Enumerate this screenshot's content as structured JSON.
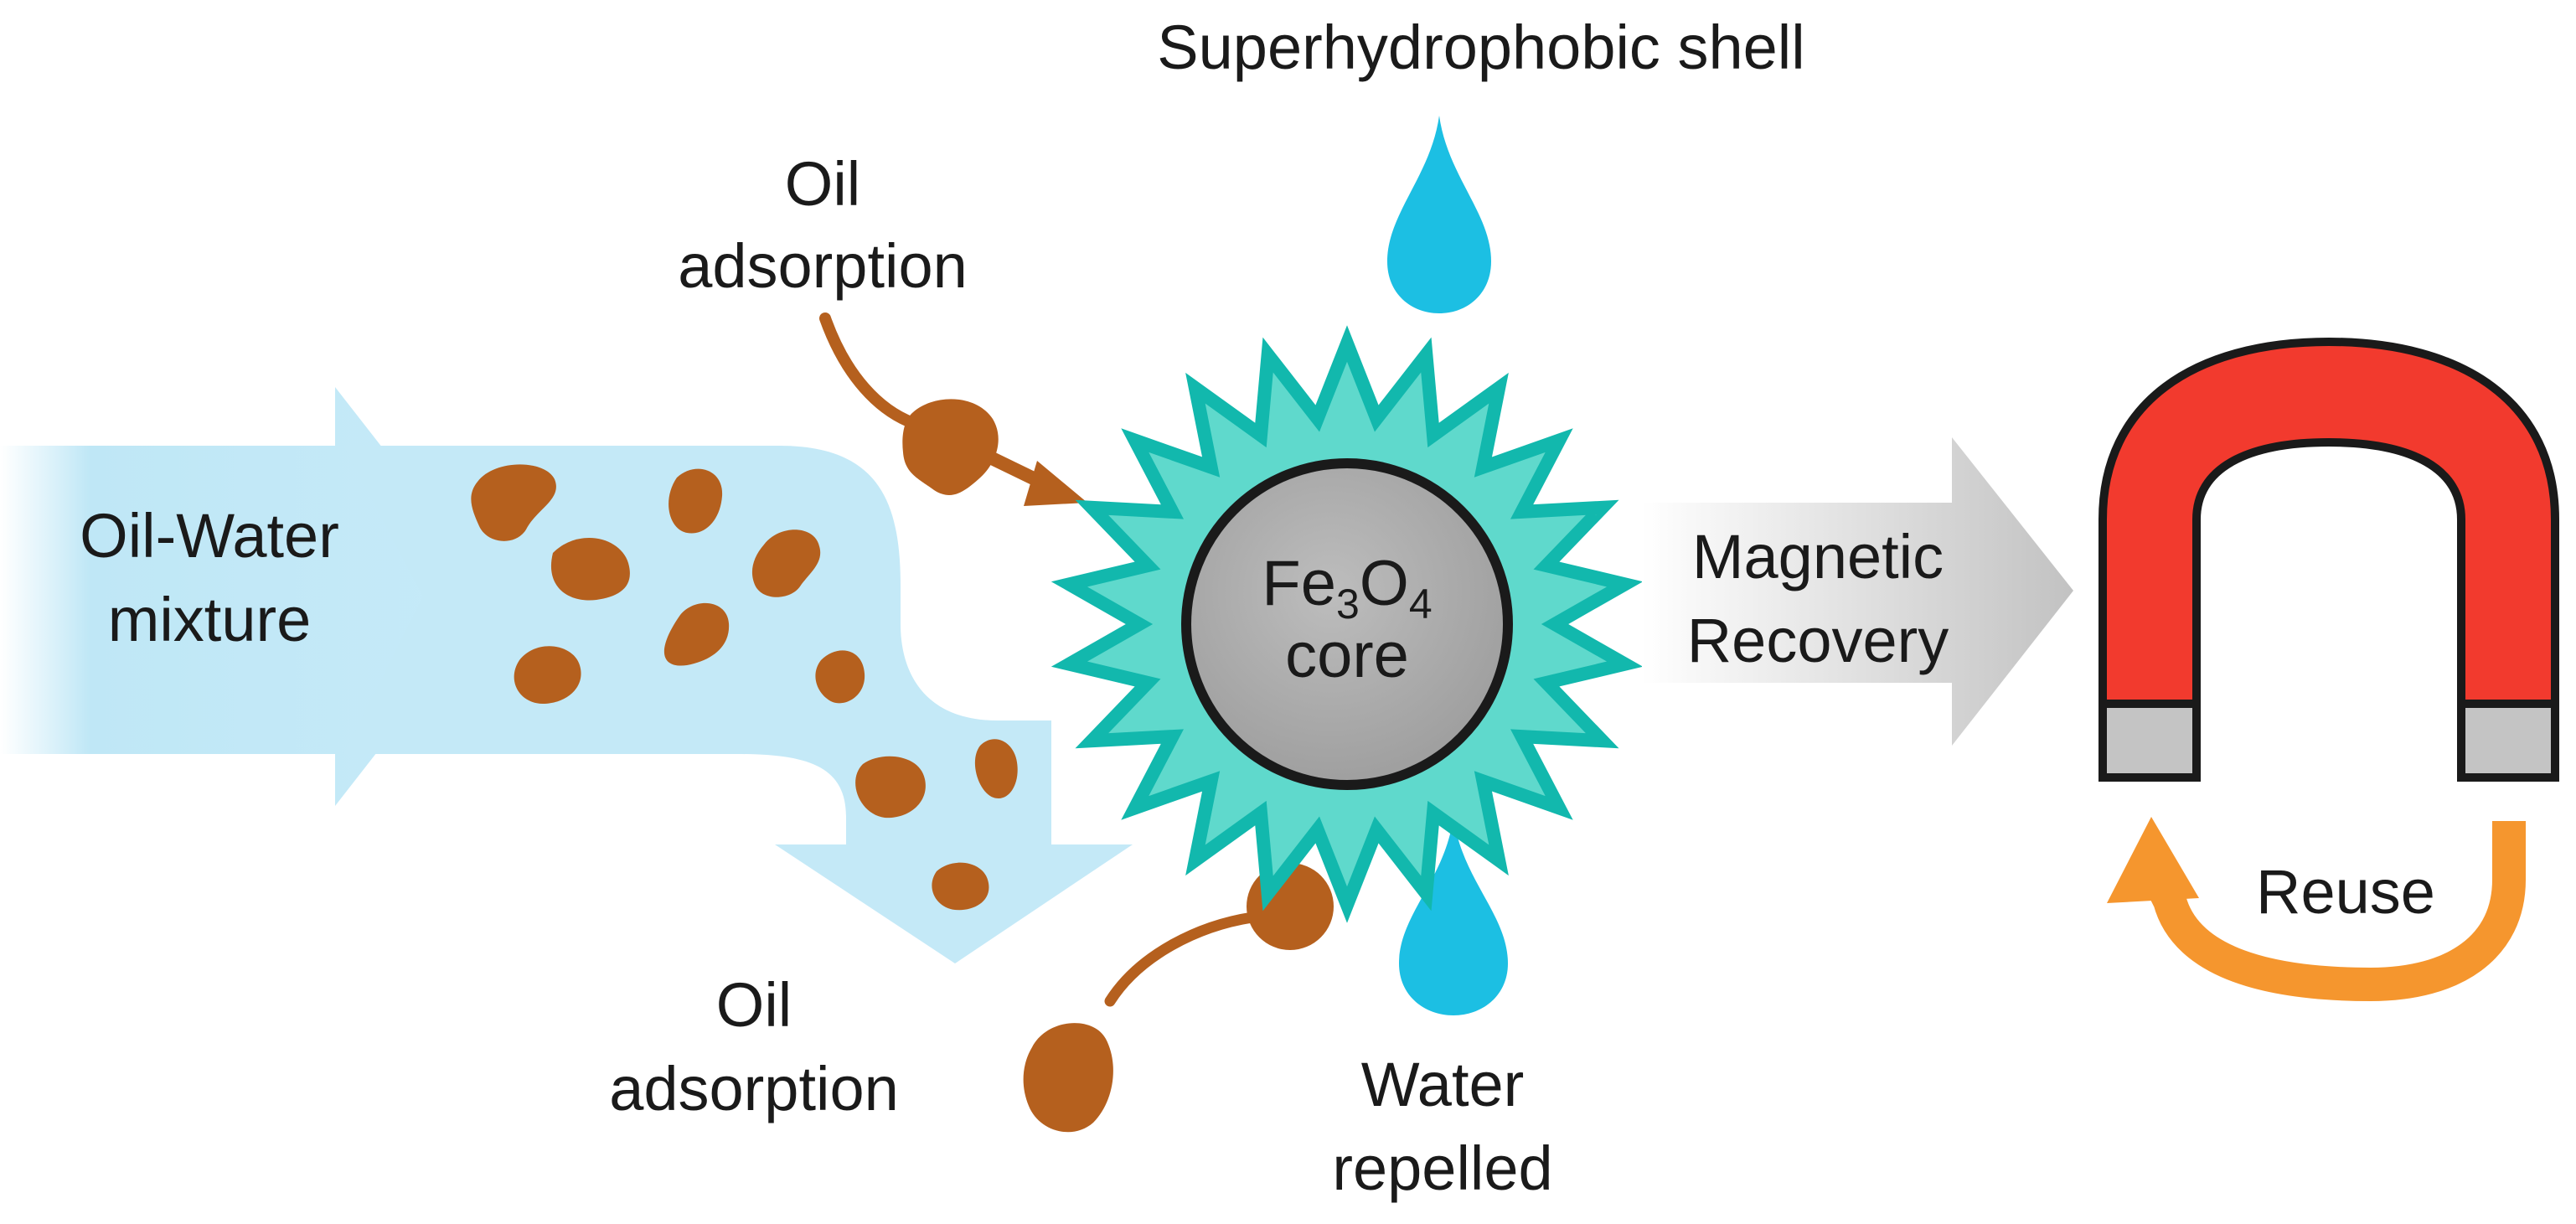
{
  "labels": {
    "shell": "Superhydrophobic shell",
    "oil_top_1": "Oil",
    "oil_top_2": "adsorption",
    "mixture_1": "Oil-Water",
    "mixture_2": "mixture",
    "core_formula": {
      "fe": "Fe",
      "fe_sub": "3",
      "o": "O",
      "o_sub": "4"
    },
    "core_word": "core",
    "magnetic_1": "Magnetic",
    "magnetic_2": "Recovery",
    "oil_bottom_1": "Oil",
    "oil_bottom_2": "adsorption",
    "water_1": "Water",
    "water_2": "repelled",
    "reuse": "Reuse"
  },
  "colors": {
    "oil": "#b5601e",
    "water_drop": "#1cbfe3",
    "flow_arrow": "#bfe7f6",
    "shell_fill": "#5fd9cc",
    "shell_stroke": "#12b8ad",
    "core_fill": "#a9a9a9",
    "core_stroke": "#1a1a1a",
    "recovery_arrow": "#c9c9c9",
    "magnet_red": "#f23a2e",
    "magnet_pole": "#c4c4c4",
    "reuse_arrow": "#f5962e"
  }
}
